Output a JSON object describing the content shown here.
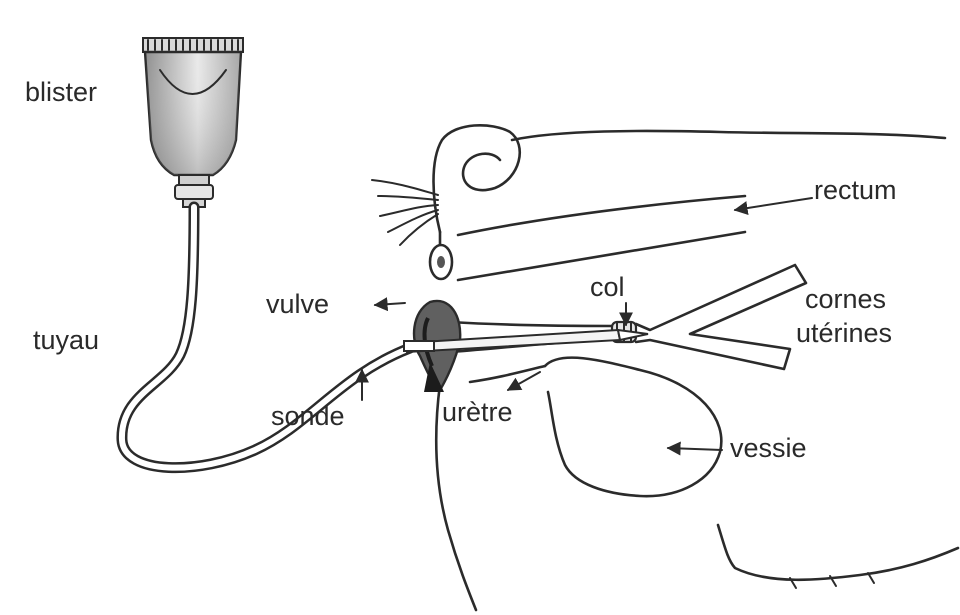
{
  "labels": {
    "blister": "blister",
    "tuyau": "tuyau",
    "sonde": "sonde",
    "vulve": "vulve",
    "uretre": "urètre",
    "col": "col",
    "rectum": "rectum",
    "cornes_line1": "cornes",
    "cornes_line2": "utérines",
    "vessie": "vessie"
  },
  "colors": {
    "line": "#2b2b2b",
    "bag_light": "#f2f2f2",
    "bag_dark": "#9a9a9a",
    "vulva_fill": "#555555",
    "background": "#ffffff"
  }
}
